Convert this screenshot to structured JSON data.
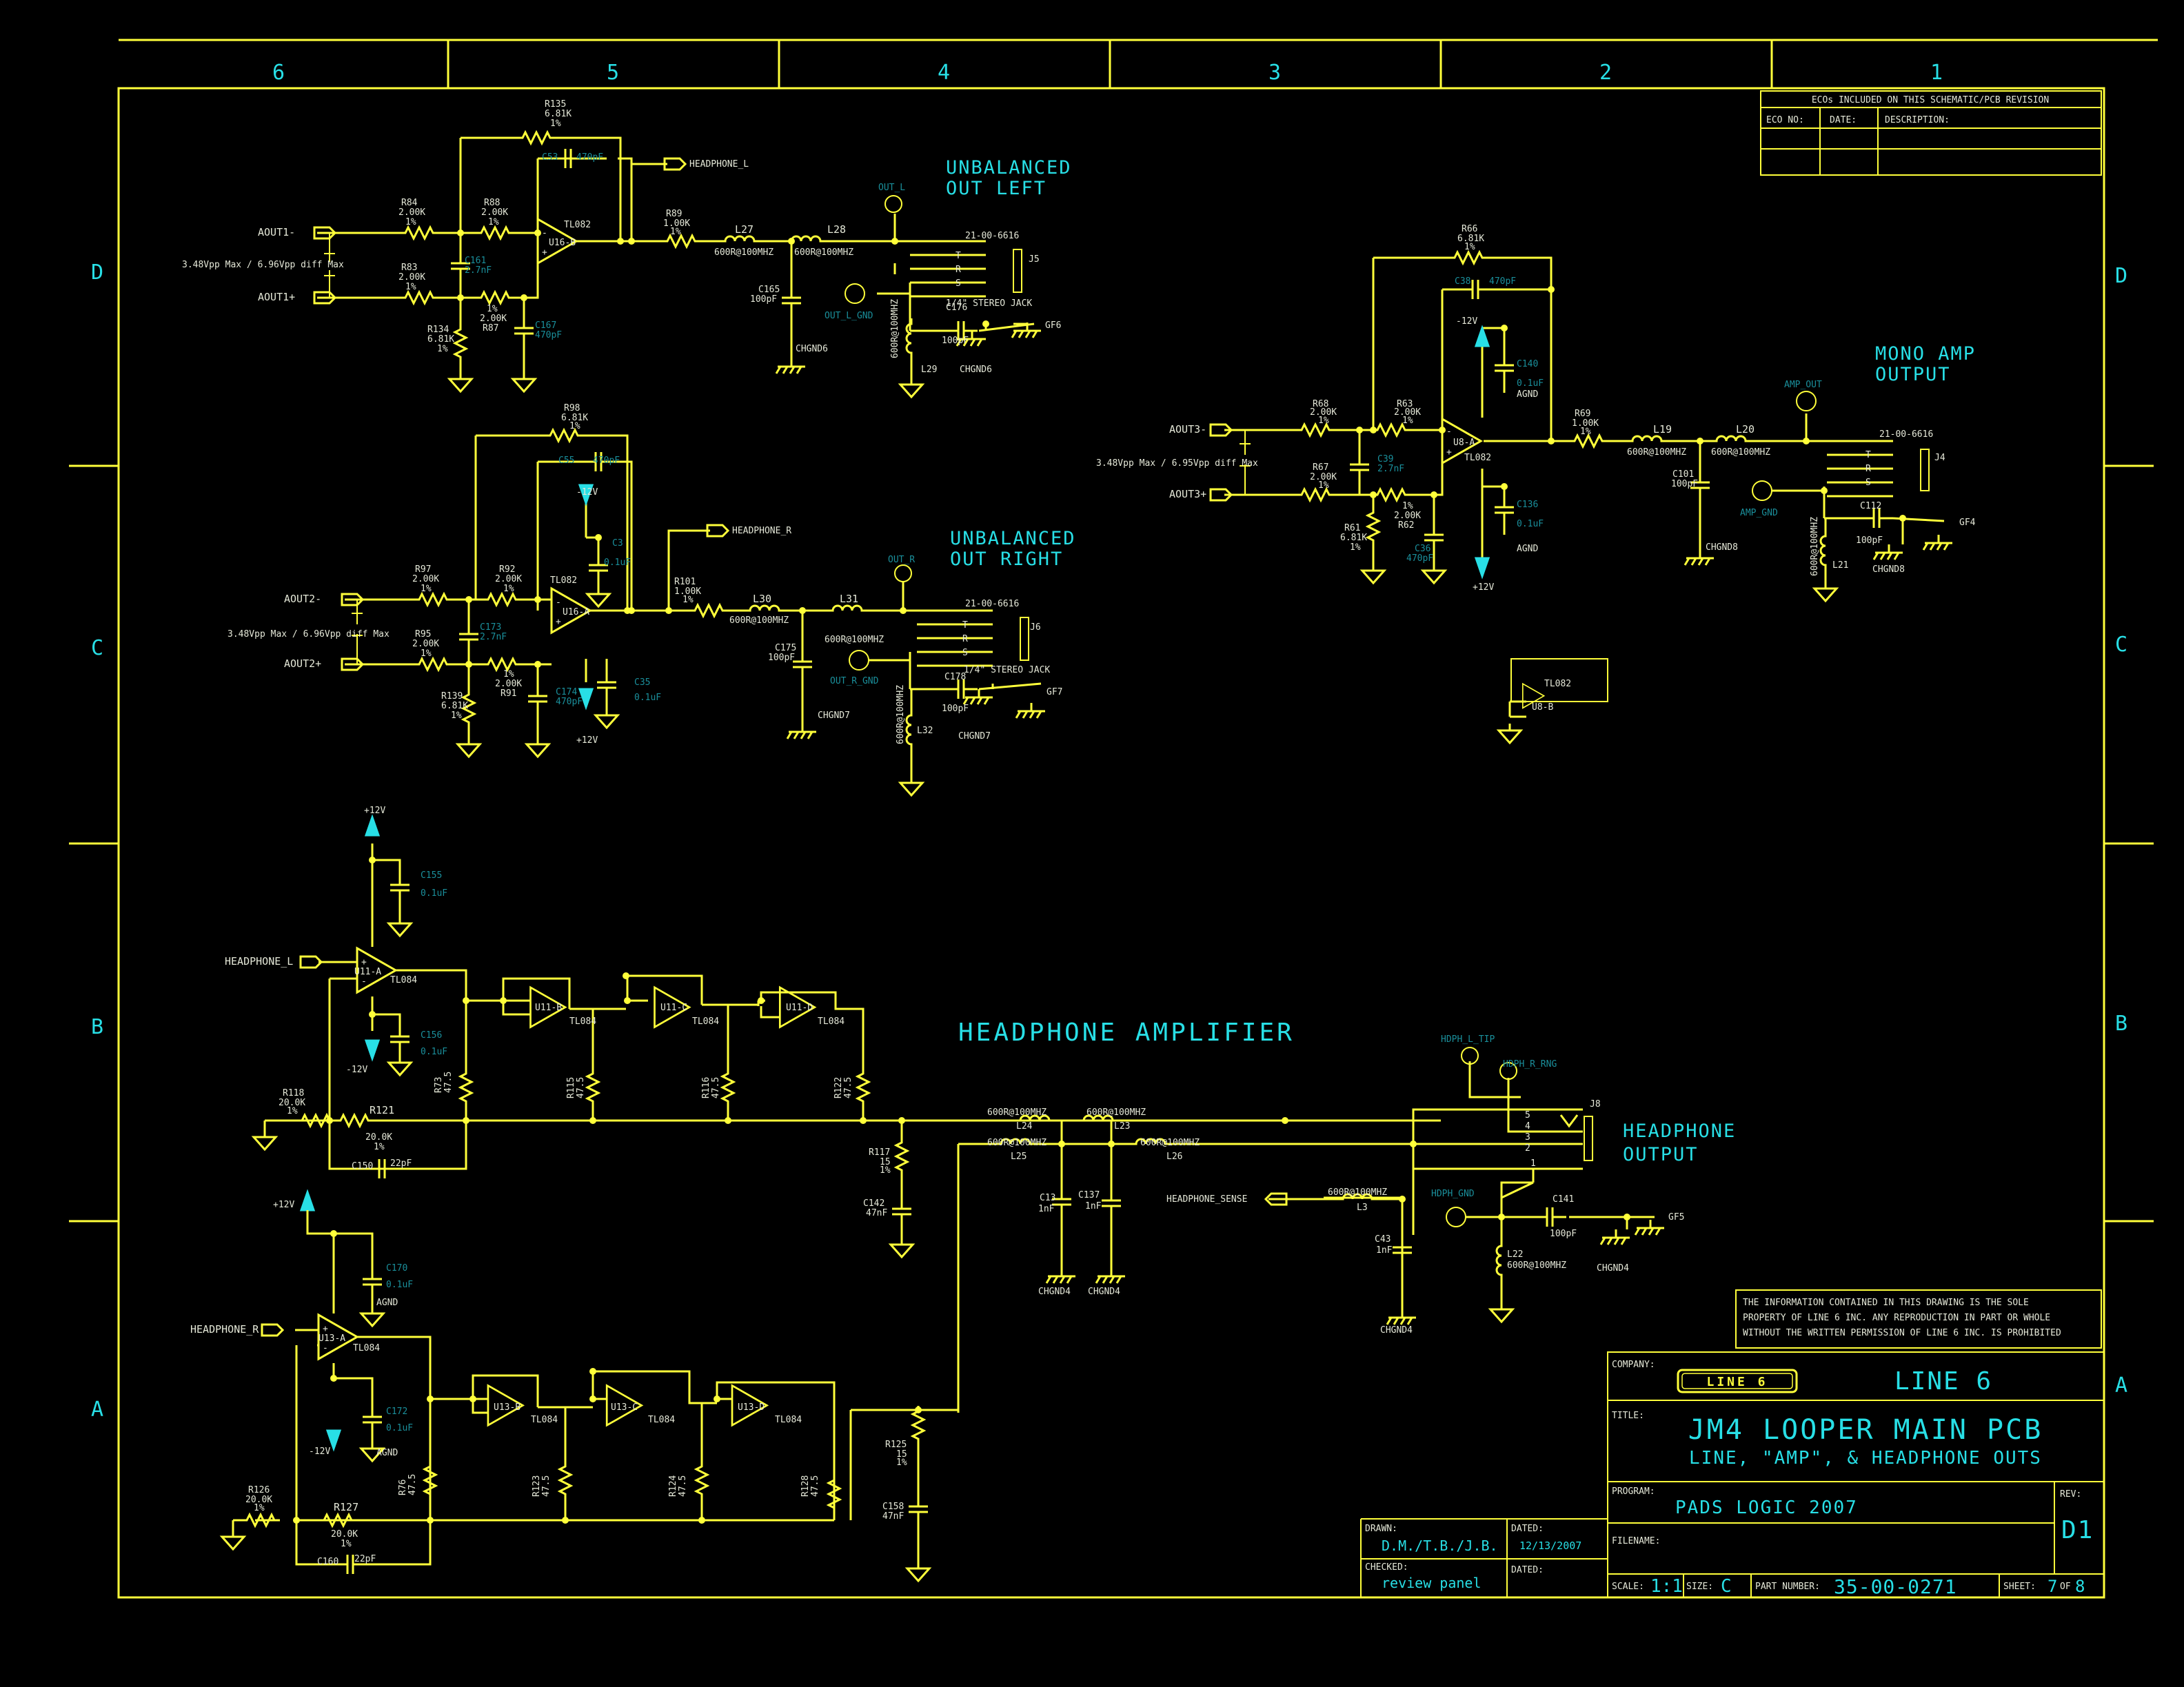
{
  "colors": {
    "background": "#000000",
    "wire": "#ffff3a",
    "text": "#28dfe6",
    "label": "#e5e8d8"
  },
  "frame": {
    "columns": [
      "6",
      "5",
      "4",
      "3",
      "2",
      "1"
    ],
    "rows": [
      "D",
      "C",
      "B",
      "A"
    ]
  },
  "eco_table": {
    "title": "ECOs INCLUDED ON THIS SCHEMATIC/PCB REVISION",
    "col_eco": "ECO NO:",
    "col_date": "DATE:",
    "col_desc": "DESCRIPTION:"
  },
  "section_titles": {
    "out_left": [
      "UNBALANCED",
      "OUT LEFT"
    ],
    "out_right": [
      "UNBALANCED",
      "OUT RIGHT"
    ],
    "mono": [
      "MONO AMP",
      "OUTPUT"
    ],
    "headphone_amp": "HEADPHONE AMPLIFIER",
    "headphone_out": [
      "HEADPHONE",
      "OUTPUT"
    ]
  },
  "nets": {
    "aout1m": "AOUT1-",
    "aout1p": "AOUT1+",
    "aout2m": "AOUT2-",
    "aout2p": "AOUT2+",
    "aout3m": "AOUT3-",
    "aout3p": "AOUT3+",
    "hp_l": "HEADPHONE_L",
    "hp_r": "HEADPHONE_R",
    "hp_sense": "HEADPHONE_SENSE",
    "out_l": "OUT_L",
    "out_r": "OUT_R",
    "amp_out": "AMP_OUT",
    "out_l_gnd": "OUT_L_GND",
    "out_r_gnd": "OUT_R_GND",
    "amp_gnd": "AMP_GND",
    "hdph_l_tip": "HDPH_L_TIP",
    "hdph_r_rng": "HDPH_R_RNG",
    "hdph_gnd": "HDPH_GND",
    "chgnd6": "CHGND6",
    "chgnd7": "CHGND7",
    "chgnd8": "CHGND8",
    "chgnd4": "CHGND4",
    "gf6": "GF6",
    "gf7": "GF7",
    "gf4": "GF4",
    "gf5": "GF5",
    "agnd": "AGND",
    "p12": "+12V",
    "m12": "-12V"
  },
  "notes": {
    "swing1": "3.48Vpp Max / 6.96Vpp diff Max",
    "swing2": "3.48Vpp Max / 6.96Vpp diff Max",
    "swing3": "3.48Vpp Max / 6.95Vpp diff Max",
    "stereo_jack": "1/4\" STEREO JACK",
    "jack_part": "21-00-6616"
  },
  "components": {
    "r135": [
      "R135",
      "6.81K",
      "1%"
    ],
    "c53": [
      "C53",
      "470pF"
    ],
    "r84": [
      "R84",
      "2.00K",
      "1%"
    ],
    "r88": [
      "R88",
      "2.00K",
      "1%"
    ],
    "r83": [
      "R83",
      "2.00K",
      "1%"
    ],
    "r87": [
      "R87",
      "2.00K",
      "1%"
    ],
    "c161": [
      "C161",
      "2.7nF"
    ],
    "c167": [
      "C167",
      "470pF"
    ],
    "r134": [
      "R134",
      "6.81K",
      "1%"
    ],
    "u16b": [
      "U16-B",
      "TL082"
    ],
    "r89": [
      "R89",
      "1.00K",
      "1%"
    ],
    "l27": [
      "L27",
      "600R@100MHZ"
    ],
    "l28": [
      "L28",
      "600R@100MHZ"
    ],
    "c165": [
      "C165",
      "100pF"
    ],
    "c176": [
      "C176",
      "100pF"
    ],
    "l29": [
      "L29",
      "600R@100MHZ"
    ],
    "j5": "J5",
    "r98": [
      "R98",
      "6.81K",
      "1%"
    ],
    "c55": [
      "C55",
      "470pF"
    ],
    "c3": [
      "C3",
      "0.1uF"
    ],
    "r97": [
      "R97",
      "2.00K",
      "1%"
    ],
    "r92": [
      "R92",
      "2.00K",
      "1%"
    ],
    "r95": [
      "R95",
      "2.00K",
      "1%"
    ],
    "r91": [
      "R91",
      "2.00K",
      "1%"
    ],
    "c173": [
      "C173",
      "2.7nF"
    ],
    "c174": [
      "C174",
      "470pF"
    ],
    "c35": [
      "C35",
      "0.1uF"
    ],
    "r139": [
      "R139",
      "6.81K",
      "1%"
    ],
    "u16a": [
      "U16-A",
      "TL082"
    ],
    "r101": [
      "R101",
      "1.00K",
      "1%"
    ],
    "l30": [
      "L30",
      "600R@100MHZ"
    ],
    "l31": [
      "L31",
      "600R@100MHZ"
    ],
    "c175": [
      "C175",
      "100pF"
    ],
    "c178": [
      "C178",
      "100pF"
    ],
    "l32": [
      "L32",
      "600R@100MHZ"
    ],
    "j6": "J6",
    "r66": [
      "R66",
      "6.81K",
      "1%"
    ],
    "c38": [
      "C38",
      "470pF"
    ],
    "c140": [
      "C140",
      "0.1uF"
    ],
    "c136": [
      "C136",
      "0.1uF"
    ],
    "r68": [
      "R68",
      "2.00K",
      "1%"
    ],
    "r63": [
      "R63",
      "2.00K",
      "1%"
    ],
    "r67": [
      "R67",
      "2.00K",
      "1%"
    ],
    "r62": [
      "R62",
      "2.00K",
      "1%"
    ],
    "c39": [
      "C39",
      "2.7nF"
    ],
    "c36": [
      "C36",
      "470pF"
    ],
    "r61": [
      "R61",
      "6.81K",
      "1%"
    ],
    "u8a": [
      "U8-A",
      "TL082"
    ],
    "u8b": [
      "U8-B",
      "TL082"
    ],
    "r69": [
      "R69",
      "1.00K",
      "1%"
    ],
    "l19": [
      "L19",
      "600R@100MHZ"
    ],
    "l20": [
      "L20",
      "600R@100MHZ"
    ],
    "c101": [
      "C101",
      "100pF"
    ],
    "c112": [
      "C112",
      "100pF"
    ],
    "l21": [
      "L21",
      "600R@100MHZ"
    ],
    "j4": "J4",
    "c155": [
      "C155",
      "0.1uF"
    ],
    "c156": [
      "C156",
      "0.1uF"
    ],
    "u11a": [
      "U11-A",
      "TL084"
    ],
    "u11b": [
      "U11-B",
      "TL084"
    ],
    "u11c": [
      "U11-C",
      "TL084"
    ],
    "u11d": [
      "U11-D",
      "TL084"
    ],
    "r73": [
      "R73",
      "47.5"
    ],
    "r115": [
      "R115",
      "47.5"
    ],
    "r116": [
      "R116",
      "47.5"
    ],
    "r122": [
      "R122",
      "47.5"
    ],
    "r118": [
      "R118",
      "20.0K",
      "1%"
    ],
    "r121": [
      "R121",
      "20.0K",
      "1%"
    ],
    "c150": [
      "C150",
      "22pF"
    ],
    "r117": [
      "R117",
      "15",
      "1%"
    ],
    "c142": [
      "C142",
      "47nF"
    ],
    "l24": [
      "L24",
      "600R@100MHZ"
    ],
    "l23": [
      "L23",
      "600R@100MHZ"
    ],
    "l25": [
      "L25",
      "600R@100MHZ"
    ],
    "l26": [
      "L26",
      "600R@100MHZ"
    ],
    "c13": [
      "C13",
      "1nF"
    ],
    "c137": [
      "C137",
      "1nF"
    ],
    "l3": [
      "L3",
      "600R@100MHZ"
    ],
    "c43": [
      "C43",
      "1nF"
    ],
    "c141": [
      "C141",
      "100pF"
    ],
    "l22": [
      "L22",
      "600R@100MHZ"
    ],
    "j8": "J8",
    "c170": [
      "C170",
      "0.1uF"
    ],
    "c172": [
      "C172",
      "0.1uF"
    ],
    "u13a": [
      "U13-A",
      "TL084"
    ],
    "u13b": [
      "U13-B",
      "TL084"
    ],
    "u13c": [
      "U13-C",
      "TL084"
    ],
    "u13d": [
      "U13-D",
      "TL084"
    ],
    "r76": [
      "R76",
      "47.5"
    ],
    "r123": [
      "R123",
      "47.5"
    ],
    "r124": [
      "R124",
      "47.5"
    ],
    "r128": [
      "R128",
      "47.5"
    ],
    "r126": [
      "R126",
      "20.0K",
      "1%"
    ],
    "r127": [
      "R127",
      "20.0K",
      "1%"
    ],
    "c160": [
      "C160",
      "22pF"
    ],
    "r125": [
      "R125",
      "15",
      "1%"
    ],
    "c158": [
      "C158",
      "47nF"
    ]
  },
  "notice": [
    "THE INFORMATION CONTAINED IN THIS DRAWING IS THE SOLE",
    "PROPERTY OF LINE 6 INC.  ANY REPRODUCTION IN PART OR WHOLE",
    "WITHOUT THE WRITTEN PERMISSION OF LINE 6 INC. IS PROHIBITED"
  ],
  "title_block": {
    "company_label": "COMPANY:",
    "logo_text": "LINE 6",
    "company": "LINE 6",
    "title_label": "TITLE:",
    "title": "JM4 LOOPER MAIN PCB",
    "subtitle": "LINE, \"AMP\", & HEADPHONE OUTS",
    "program_label": "PROGRAM:",
    "program": "PADS LOGIC 2007",
    "rev_label": "REV:",
    "rev": "D1",
    "filename_label": "FILENAME:",
    "drawn_label": "DRAWN:",
    "drawn": "D.M./T.B./J.B.",
    "dated_label": "DATED:",
    "dated": "12/13/2007",
    "checked_label": "CHECKED:",
    "checked": "review panel",
    "dated2_label": "DATED:",
    "scale_label": "SCALE:",
    "scale": "1:1",
    "size_label": "SIZE:",
    "size": "C",
    "part_label": "PART NUMBER:",
    "part": "35-00-0271",
    "sheet_label": "SHEET:",
    "sheet": "7",
    "of_label": "OF",
    "sheets": "8"
  }
}
